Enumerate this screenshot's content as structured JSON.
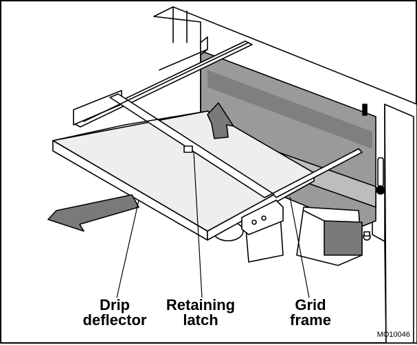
{
  "labels": {
    "drip_deflector": {
      "line1": "Drip",
      "line2": "deflector"
    },
    "retaining_latch": {
      "line1": "Retaining",
      "line2": "latch"
    },
    "grid_frame": {
      "line1": "Grid",
      "line2": "frame"
    }
  },
  "figure_code": "MO10046",
  "colors": {
    "line": "#000000",
    "fill_white": "#ffffff",
    "fill_light": "#eeeeee",
    "fill_gray": "#9a9a9a",
    "fill_dark": "#7f7f7f",
    "arrow": "#7a7a7a"
  }
}
